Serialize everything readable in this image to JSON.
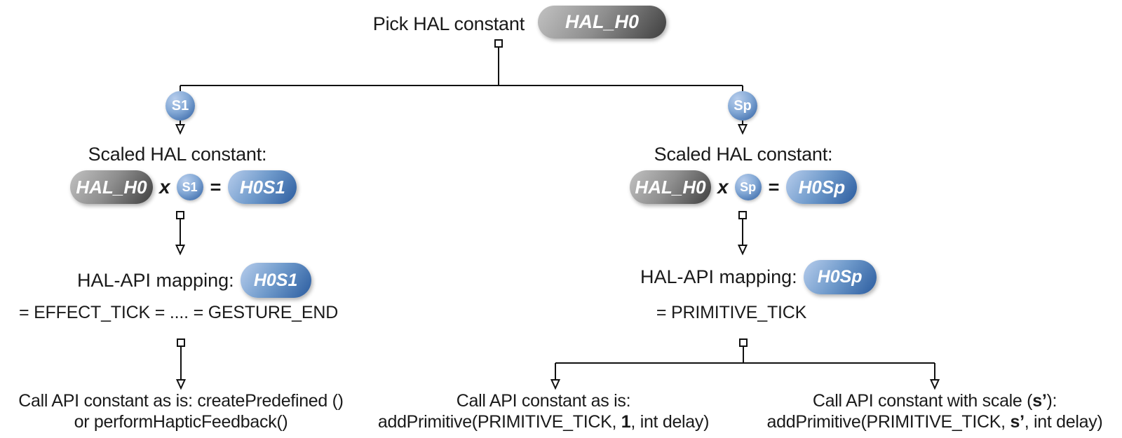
{
  "colors": {
    "gray_light": "#c2c2c2",
    "gray_dark": "#3f3f3f",
    "blue_light": "#b7cdec",
    "blue_mid": "#6f9acb",
    "blue_dark": "#2b5c9f",
    "line": "#111111"
  },
  "root": {
    "label": "Pick HAL constant",
    "hal_constant": "HAL_H0"
  },
  "left_branch": {
    "scale": "S1",
    "scaled": {
      "heading": "Scaled HAL constant:",
      "hal": "HAL_H0",
      "times": "x",
      "equals": "=",
      "result": "H0S1"
    },
    "mapping": {
      "heading": "HAL-API mapping:",
      "constant": "H0S1",
      "equation": "= EFFECT_TICK = .... = GESTURE_END"
    },
    "call": {
      "line1": "Call API constant as is: createPredefined ()",
      "line2": "or performHapticFeedback()"
    }
  },
  "right_branch": {
    "scale": "Sp",
    "scaled": {
      "heading": "Scaled HAL constant:",
      "hal": "HAL_H0",
      "times": "x",
      "equals": "=",
      "result": "H0Sp"
    },
    "mapping": {
      "heading": "HAL-API mapping:",
      "constant": "H0Sp",
      "equation": "= PRIMITIVE_TICK"
    },
    "call_as_is": {
      "line1": "Call API constant as is:",
      "line2_pre": "addPrimitive(PRIMITIVE_TICK, ",
      "line2_bold": "1",
      "line2_post": ", int delay)"
    },
    "call_with_scale": {
      "line1_pre": "Call API constant with scale (",
      "line1_bold": "s’",
      "line1_post": "):",
      "line2_pre": "addPrimitive(PRIMITIVE_TICK, ",
      "line2_bold": "s’",
      "line2_post": ", int delay)"
    }
  }
}
